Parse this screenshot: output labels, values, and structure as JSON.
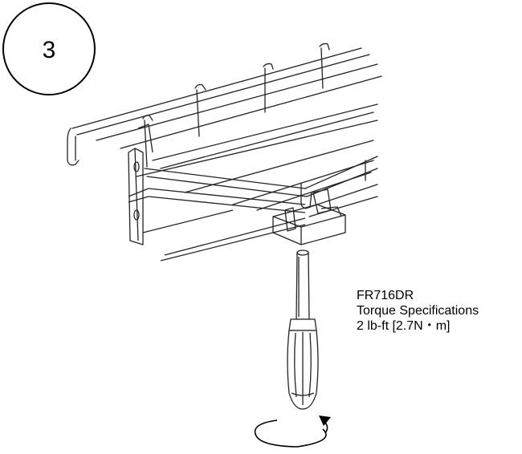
{
  "step": {
    "number": "3"
  },
  "spec": {
    "model": "FR716DR",
    "title": "Torque Specifications",
    "value": "2 lb-ft [2.7N・m]"
  }
}
